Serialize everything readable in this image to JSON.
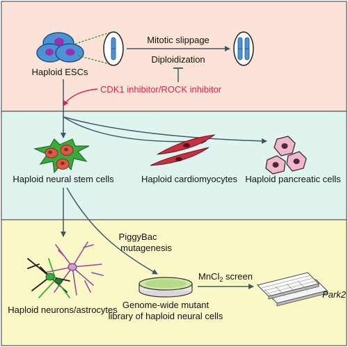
{
  "colors": {
    "panel_top": "#fbe3d8",
    "panel_mid": "#dff4ef",
    "panel_bottom": "#fbf8c8",
    "accent_red": "#d9264b",
    "arrow": "#3c5868",
    "cell_blue": "#4c93d6",
    "cell_nucleus": "#9a2fb2",
    "nsc_green": "#3aab3a",
    "nsc_red": "#d95a4a",
    "cardio": "#c63040",
    "pancreatic": "#f3b6cf"
  },
  "top": {
    "cells_label": "Haploid ESCs",
    "process_1": "Mitotic slippage",
    "process_2": "Diploidization",
    "inhibitor": "CDK1 inhibitor/ROCK inhibitor"
  },
  "middle": {
    "nsc_label": "Haploid neural stem cells",
    "cardio_label": "Haploid cardiomyocytes",
    "pancreatic_label": "Haploid pancreatic cells"
  },
  "bottom": {
    "mutagenesis_1": "PiggyBac",
    "mutagenesis_2": "mutagenesis",
    "neurons_label": "Haploid neurons/astrocytes",
    "screen_pre": "MnCl",
    "screen_sub": "2",
    "screen_post": " screen",
    "library_1": "Genome-wide mutant",
    "library_2": "library of haploid neural cells",
    "hit_gene": "Park2"
  }
}
